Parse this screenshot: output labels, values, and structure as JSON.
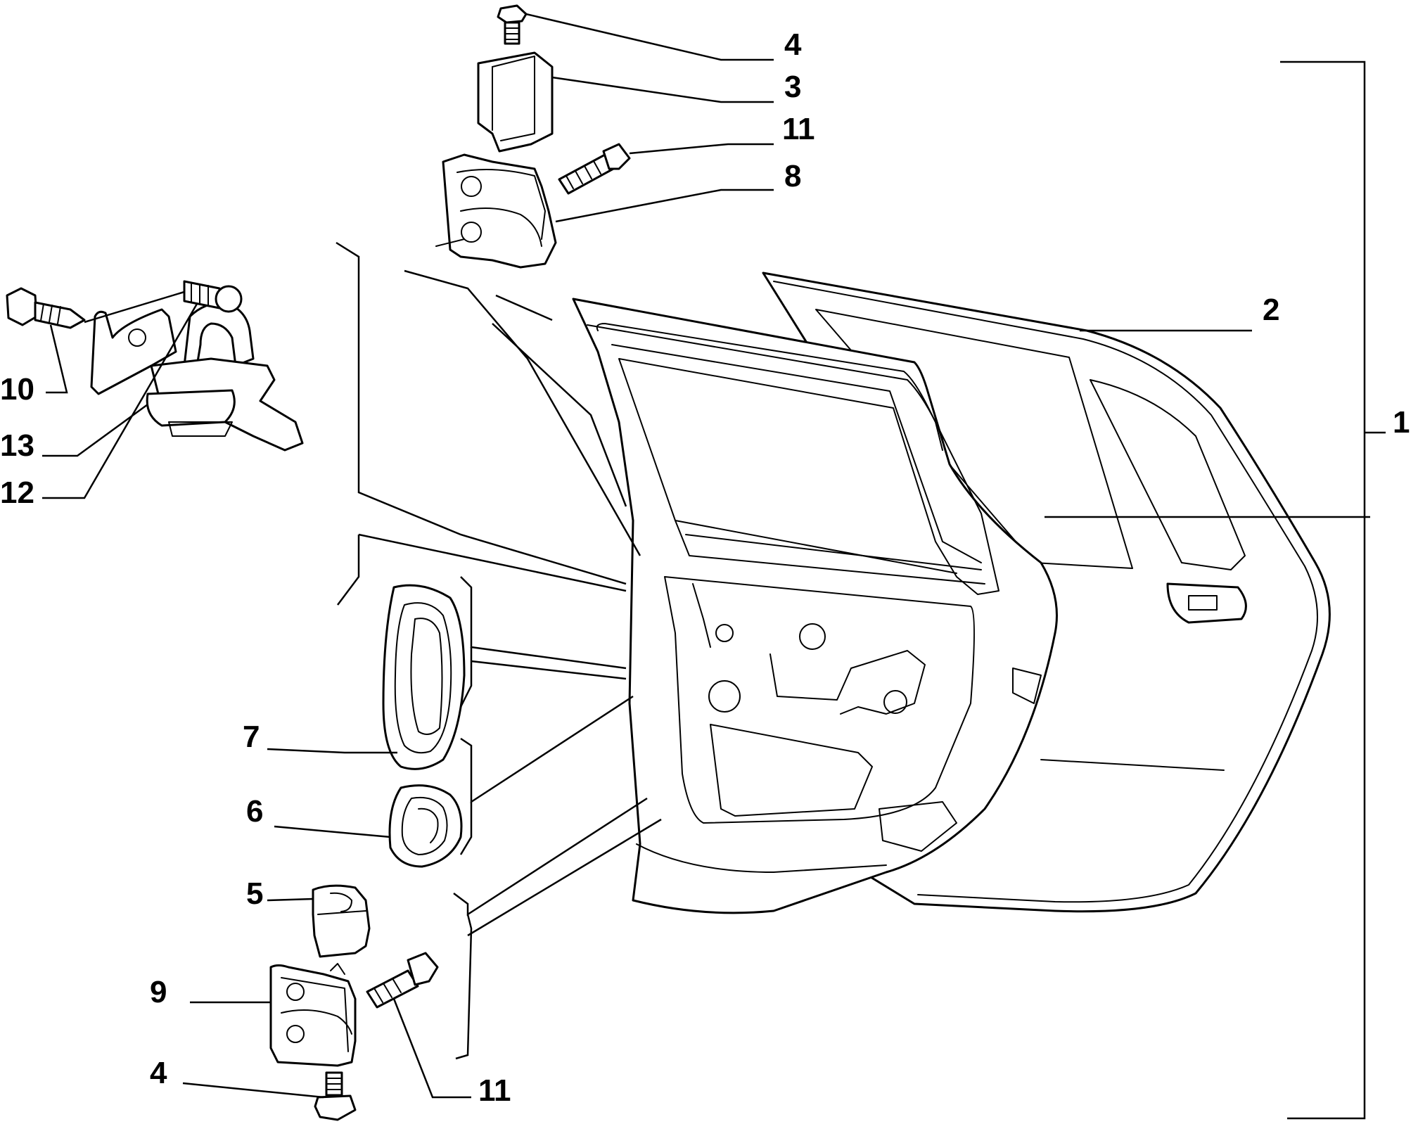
{
  "callouts": [
    {
      "id": "c4-top",
      "label": "4"
    },
    {
      "id": "c3",
      "label": "3"
    },
    {
      "id": "c11-top",
      "label": "11"
    },
    {
      "id": "c8",
      "label": "8"
    },
    {
      "id": "c2",
      "label": "2"
    },
    {
      "id": "c1",
      "label": "1"
    },
    {
      "id": "c10",
      "label": "10"
    },
    {
      "id": "c13",
      "label": "13"
    },
    {
      "id": "c12",
      "label": "12"
    },
    {
      "id": "c7",
      "label": "7"
    },
    {
      "id": "c6",
      "label": "6"
    },
    {
      "id": "c5",
      "label": "5"
    },
    {
      "id": "c9",
      "label": "9"
    },
    {
      "id": "c4-bottom",
      "label": "4"
    },
    {
      "id": "c11-bottom",
      "label": "11"
    }
  ],
  "colors": {
    "ink": "#000000",
    "paper": "#ffffff"
  }
}
